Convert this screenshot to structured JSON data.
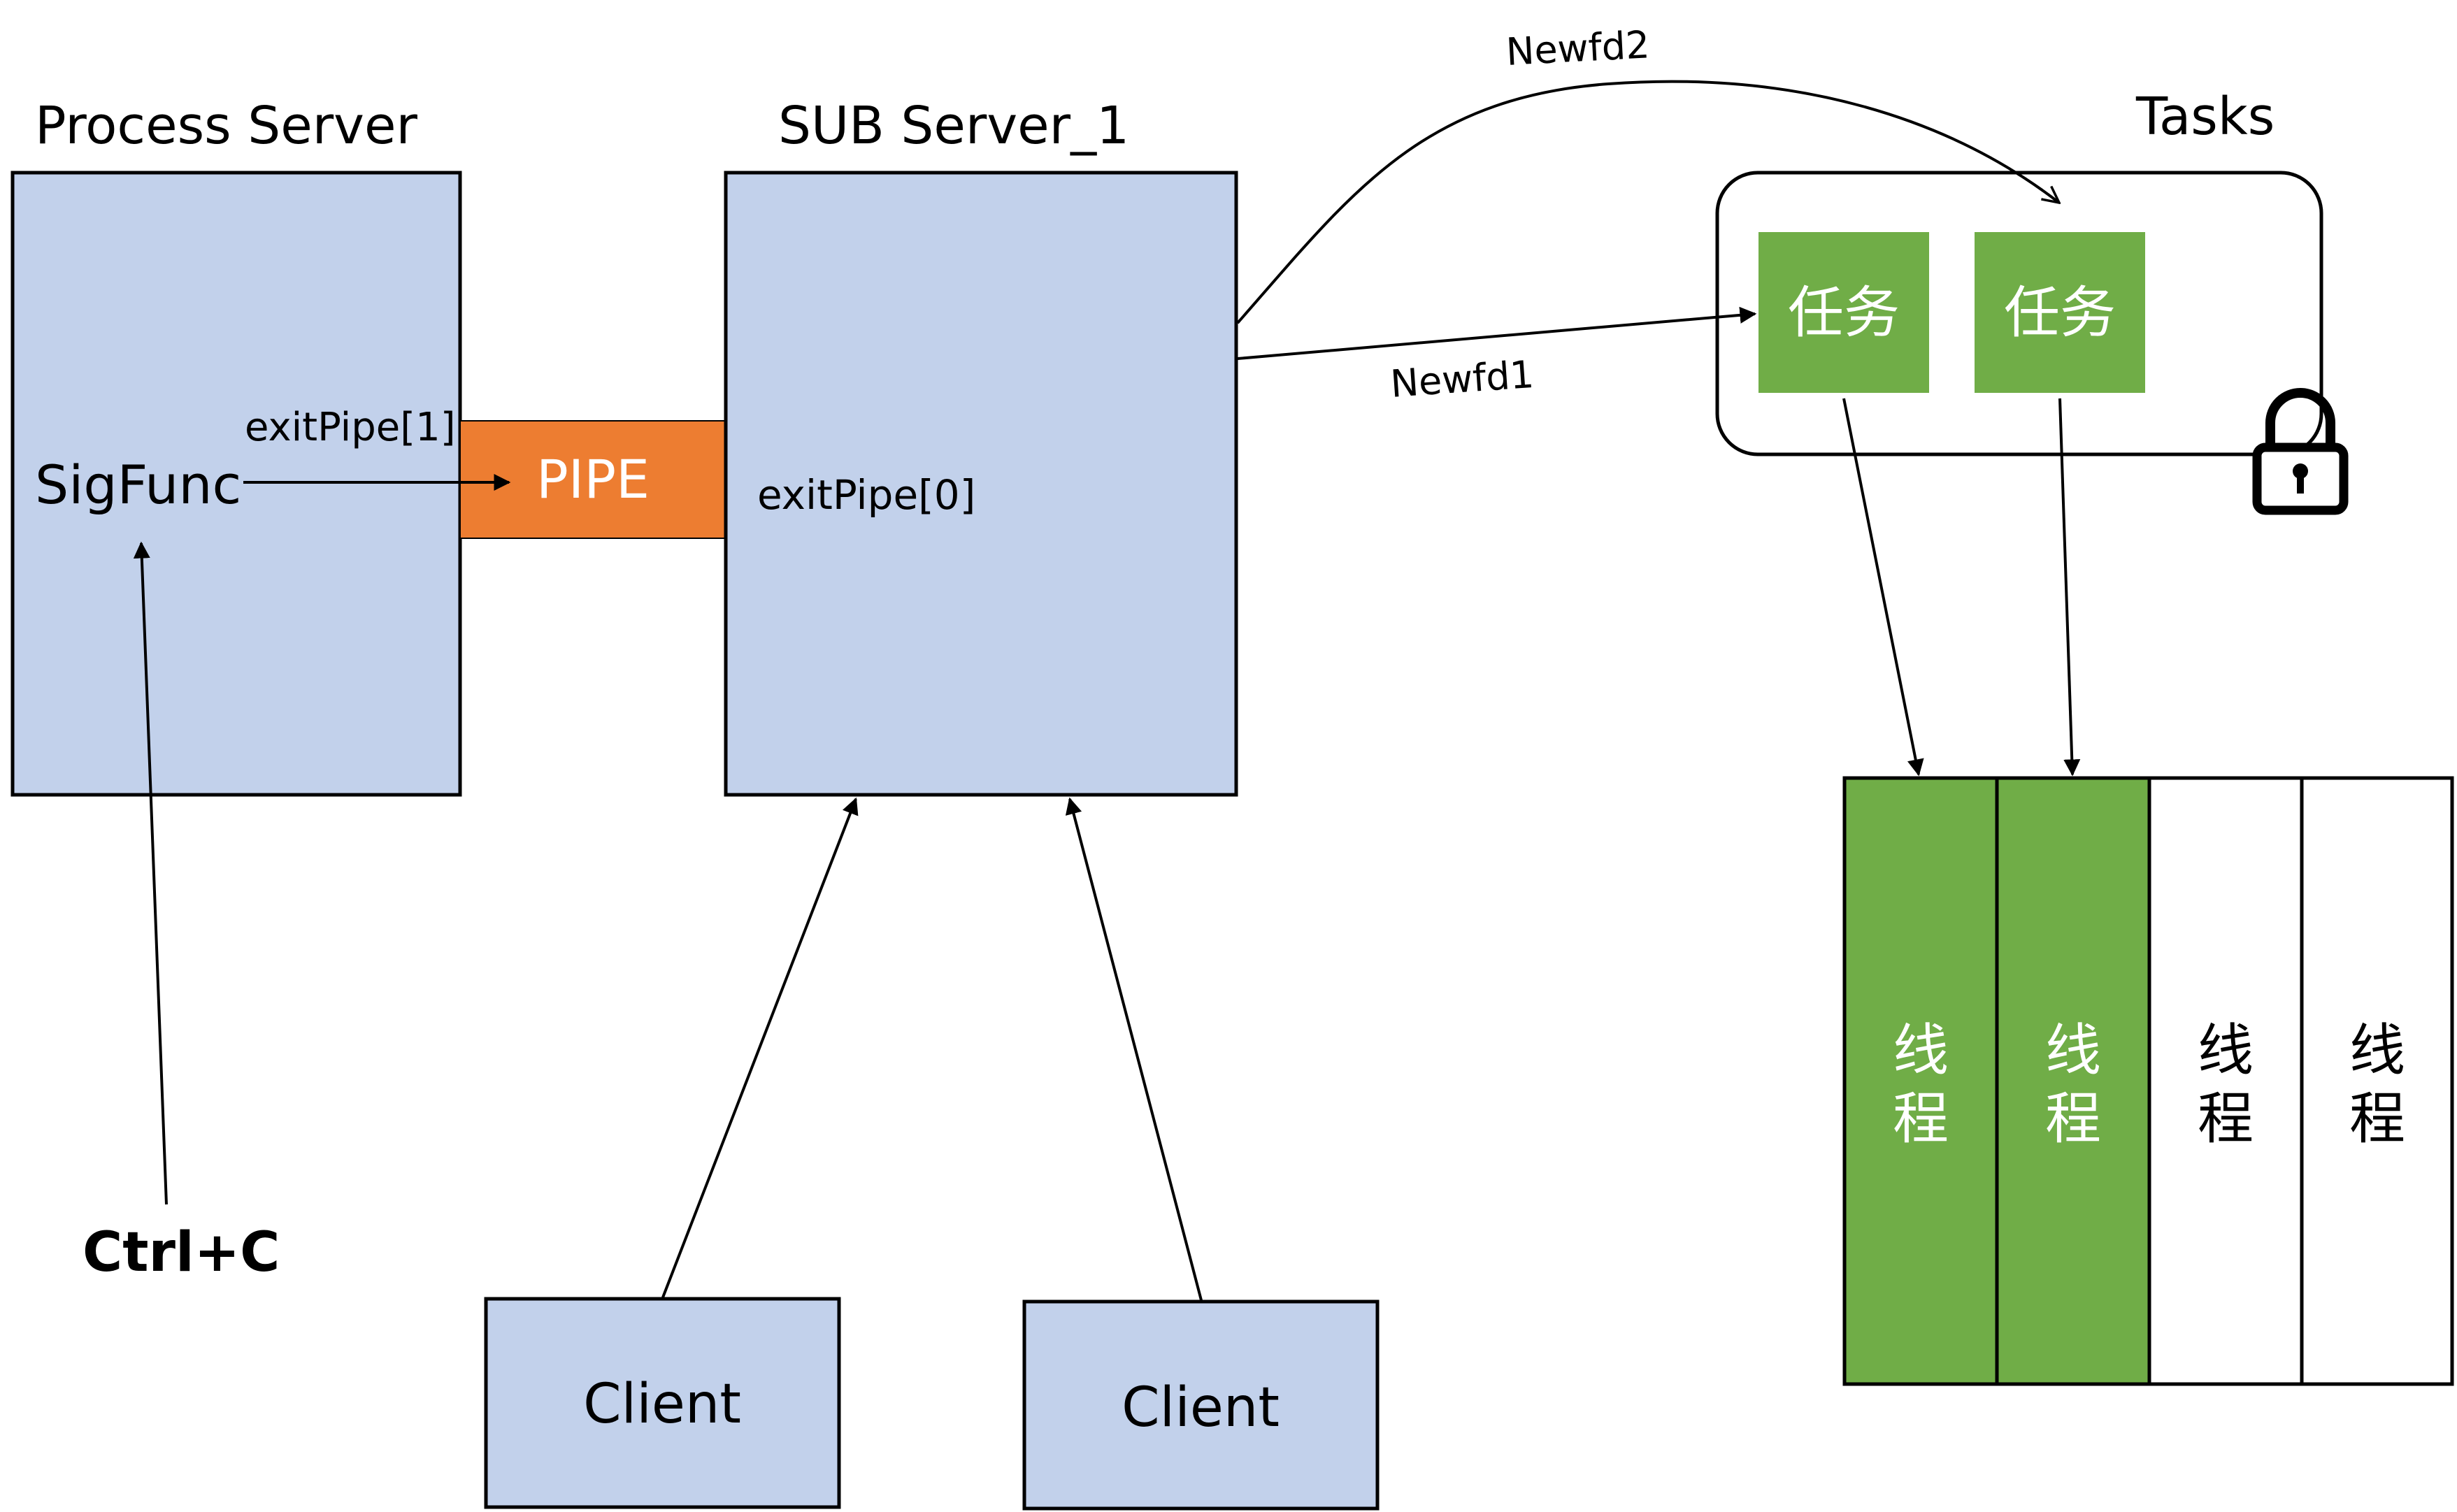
{
  "labels": {
    "process_server": "Process Server",
    "sub_server": "SUB Server_1",
    "tasks": "Tasks",
    "sigfunc": "SigFunc",
    "exit_pipe_1": "exitPipe[1]",
    "exit_pipe_0": "exitPipe[0]",
    "pipe": "PIPE",
    "ctrl_c": "Ctrl+C",
    "newfd1": "Newfd1",
    "newfd2": "Newfd2"
  },
  "clients": [
    "Client",
    "Client"
  ],
  "tasks": [
    "任务",
    "任务"
  ],
  "threads": [
    {
      "line1": "线",
      "line2": "程",
      "active": true
    },
    {
      "line1": "线",
      "line2": "程",
      "active": true
    },
    {
      "line1": "线",
      "line2": "程",
      "active": false
    },
    {
      "line1": "线",
      "line2": "程",
      "active": false
    }
  ],
  "colors": {
    "server_fill": "#c2d1eb",
    "pipe_fill": "#ed7d31",
    "task_fill": "#70ad47",
    "line": "#000000",
    "white_text": "#ffffff"
  },
  "icons": [
    "lock-icon"
  ]
}
